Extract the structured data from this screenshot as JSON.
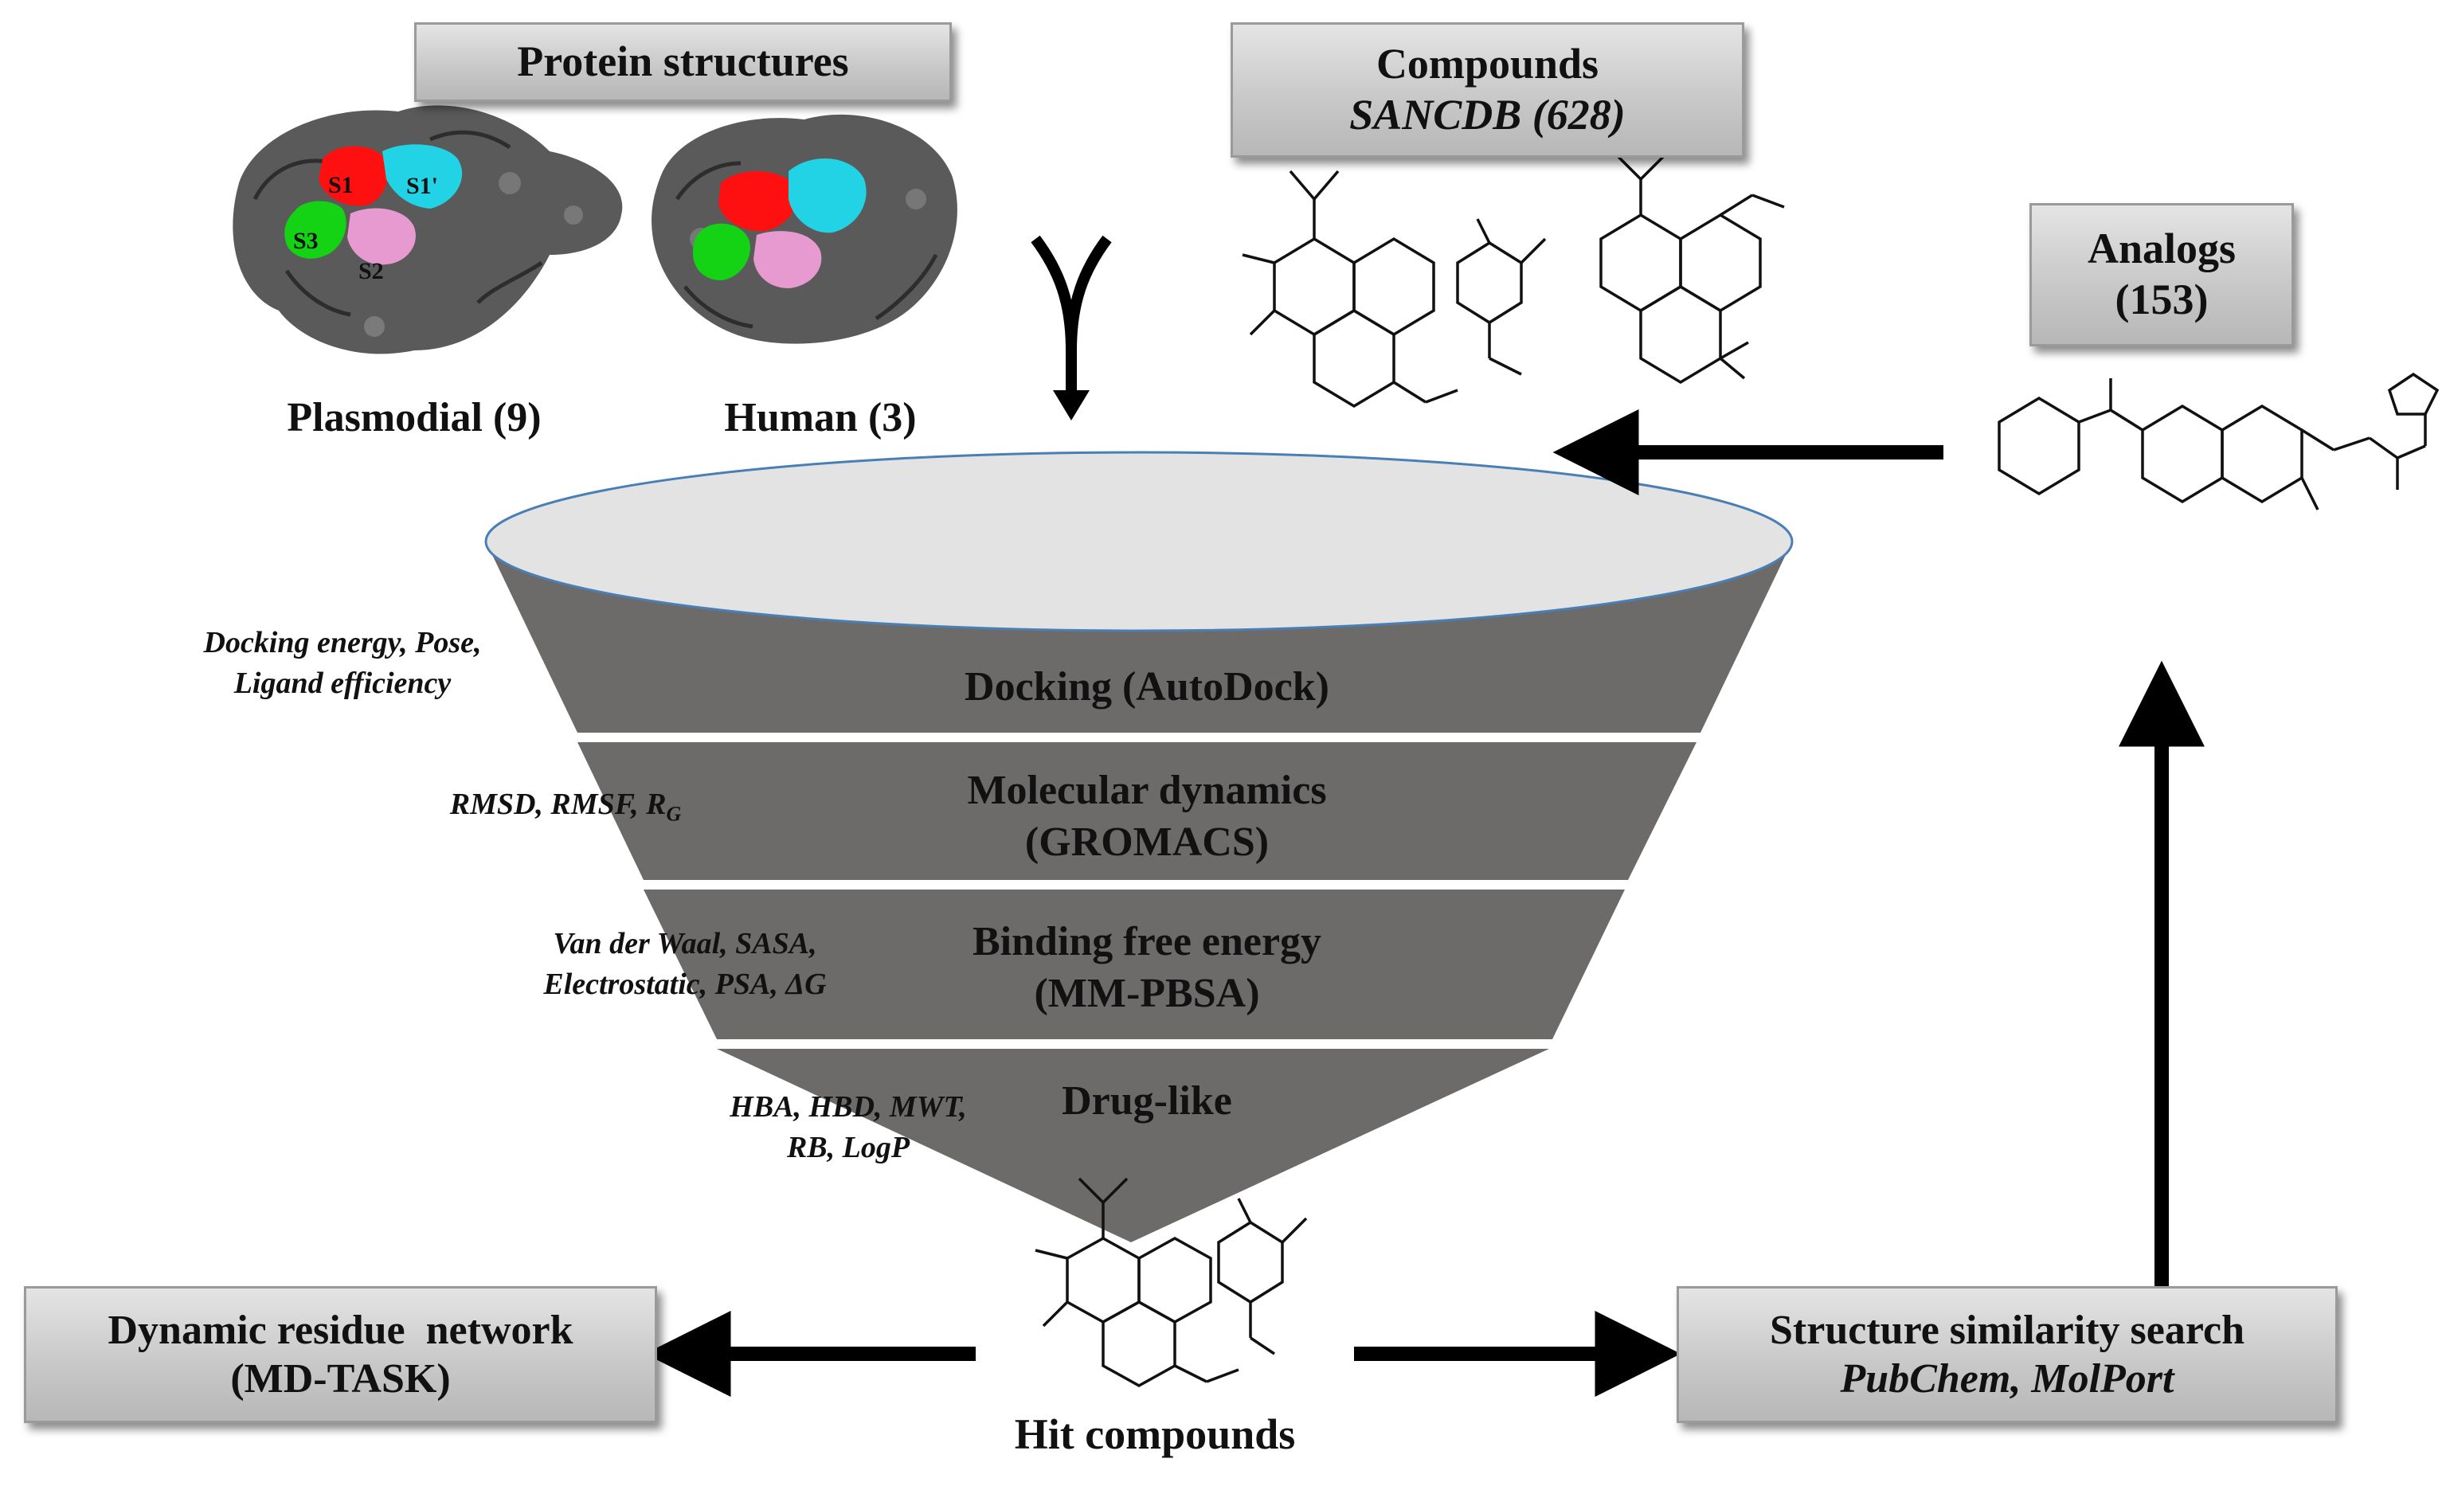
{
  "boxes": {
    "protein_structures": "Protein structures",
    "compounds_title": "Compounds",
    "compounds_source": "SANCDB (628)",
    "analogs_title": "Analogs",
    "analogs_count": "(153)",
    "dynamic_line1": "Dynamic residue  network",
    "dynamic_line2": "(MD-TASK)",
    "similarity_line1": "Structure similarity search",
    "similarity_line2": "PubChem, MolPort"
  },
  "proteins": {
    "plasmodial_label": "Plasmodial (9)",
    "human_label": "Human (3)",
    "pocket_labels": [
      "S1",
      "S1'",
      "S3",
      "S2"
    ]
  },
  "funnel": {
    "stages": [
      {
        "line1": "Docking (AutoDock)",
        "line2": ""
      },
      {
        "line1": "Molecular dynamics",
        "line2": "(GROMACS)"
      },
      {
        "line1": "Binding free energy",
        "line2": "(MM-PBSA)"
      },
      {
        "line1": "Drug-like",
        "line2": ""
      }
    ],
    "criteria": [
      {
        "line1": "Docking energy, Pose,",
        "line2": "Ligand efficiency"
      },
      {
        "line1": "RMSD, RMSF, R",
        "sub": "G"
      },
      {
        "line1": "Van der Waal, SASA,",
        "line2": "Electrostatic, PSA, ΔG"
      },
      {
        "line1": "HBA, HBD, MWT,",
        "line2": "RB, LogP"
      }
    ]
  },
  "hit_label": "Hit compounds",
  "colors": {
    "funnel_body": "#6d6a6a",
    "funnel_top": "#e3e3e3",
    "funnel_rim": "#4a7fb5",
    "protein_surface": "#5a5a5a",
    "pocket_s1": "#ff1010",
    "pocket_s1_prime": "#22d3e6",
    "pocket_s2": "#e79ad0",
    "pocket_s3": "#14d214",
    "box_fill": "#cfcfcf",
    "arrow": "#000000"
  }
}
